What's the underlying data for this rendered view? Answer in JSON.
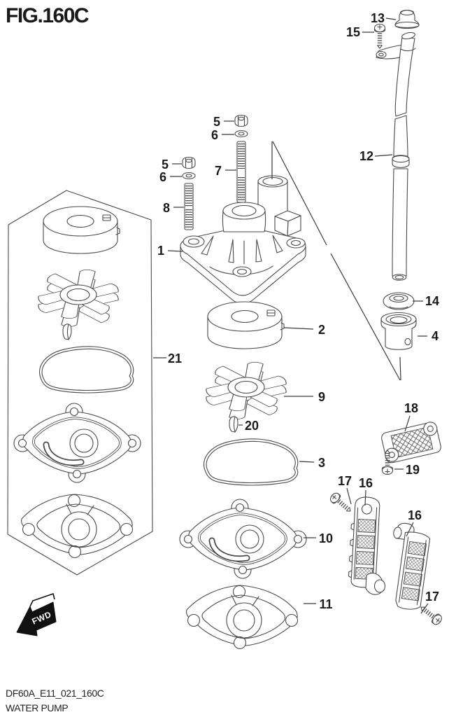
{
  "page": {
    "title": "FIG.160C",
    "footer_code": "DF60A_E11_021_160C",
    "footer_name": "WATER PUMP"
  },
  "fwd_arrow": {
    "label": "FWD"
  },
  "colors": {
    "background": "#ffffff",
    "line": "#4a4a4a",
    "label": "#1a1a1a",
    "arrow_fill": "#111111"
  },
  "part_numbers": {
    "case_1": "1",
    "liner_2": "2",
    "oring_3": "3",
    "bush_4": "4",
    "nut_5a": "5",
    "washer_6a": "6",
    "bolt_7": "7",
    "nut_5b": "5",
    "washer_6b": "6",
    "bolt_8": "8",
    "impeller_9": "9",
    "gasket_10": "10",
    "gasket_11": "11",
    "pipe_12": "12",
    "seal_13": "13",
    "grommet_14": "14",
    "screw_15": "15",
    "strainer_16a": "16",
    "strainer_16b": "16",
    "screw_17a": "17",
    "screw_17b": "17",
    "strainer_18": "18",
    "screw_19": "19",
    "key_20": "20",
    "kit_21": "21"
  }
}
